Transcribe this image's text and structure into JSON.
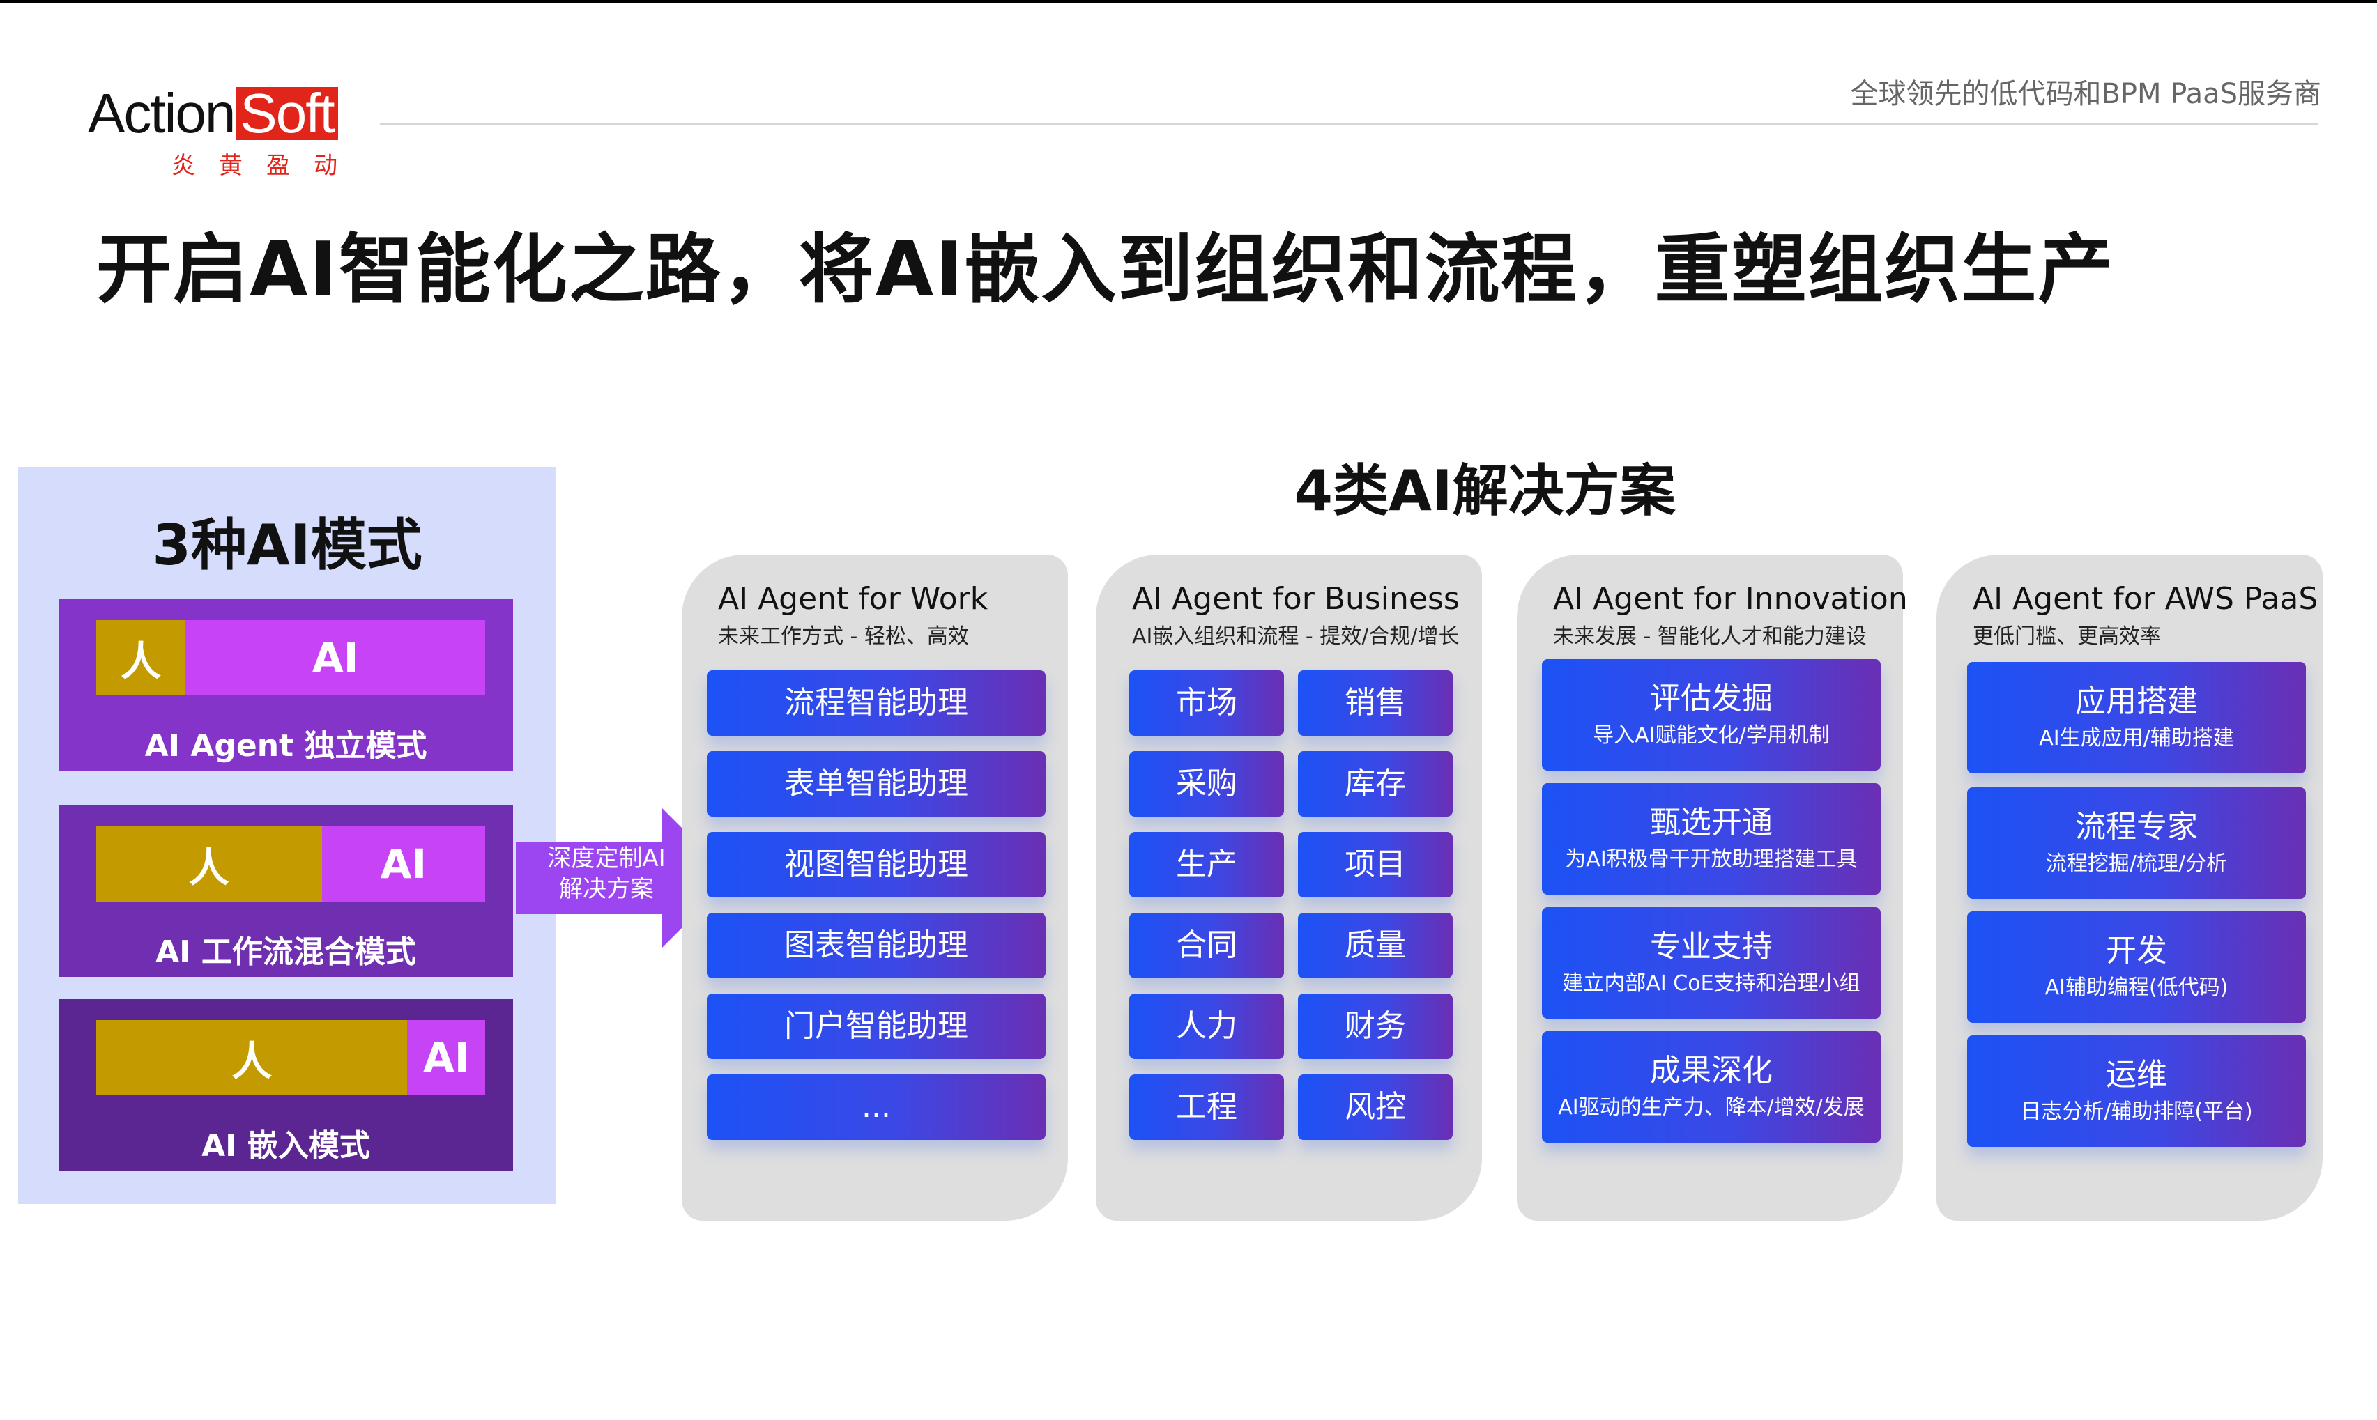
{
  "header": {
    "logo_action": "Action",
    "logo_soft": "Soft",
    "logo_cn": "炎黄盈动",
    "tagline": "全球领先的低代码和BPM PaaS服务商"
  },
  "title": "开启AI智能化之路，将AI嵌入到组织和流程，重塑组织生产",
  "modes": {
    "title": "3种AI模式",
    "items": [
      {
        "human": "人",
        "ai": "AI",
        "label": "AI Agent 独立模式",
        "human_share": 0.23
      },
      {
        "human": "人",
        "ai": "AI",
        "label": "AI 工作流混合模式",
        "human_share": 0.58
      },
      {
        "human": "人",
        "ai": "AI",
        "label": "AI 嵌入模式",
        "human_share": 0.8
      }
    ]
  },
  "arrow": {
    "line1": "深度定制AI",
    "line2": "解决方案"
  },
  "solutions": {
    "title": "4类AI解决方案",
    "cards": [
      {
        "title": "AI Agent for Work",
        "subtitle": "未来工作方式 - 轻松、高效",
        "items": [
          "流程智能助理",
          "表单智能助理",
          "视图智能助理",
          "图表智能助理",
          "门户智能助理",
          "..."
        ]
      },
      {
        "title": "AI Agent for Business",
        "subtitle": "AI嵌入组织和流程 - 提效/合规/增长",
        "items": [
          "市场",
          "销售",
          "采购",
          "库存",
          "生产",
          "项目",
          "合同",
          "质量",
          "人力",
          "财务",
          "工程",
          "风控"
        ]
      },
      {
        "title": "AI Agent for Innovation",
        "subtitle": "未来发展 - 智能化人才和能力建设",
        "items": [
          {
            "label": "评估发掘",
            "sub": "导入AI赋能文化/学用机制"
          },
          {
            "label": "甄选开通",
            "sub": "为AI积极骨干开放助理搭建工具"
          },
          {
            "label": "专业支持",
            "sub": "建立内部AI CoE支持和治理小组"
          },
          {
            "label": "成果深化",
            "sub": "AI驱动的生产力、降本/增效/发展"
          }
        ]
      },
      {
        "title": "AI Agent for AWS PaaS",
        "subtitle": "更低门槛、更高效率",
        "items": [
          {
            "label": "应用搭建",
            "sub": "AI生成应用/辅助搭建"
          },
          {
            "label": "流程专家",
            "sub": "流程挖掘/梳理/分析"
          },
          {
            "label": "开发",
            "sub": "AI辅助编程(低代码)"
          },
          {
            "label": "运维",
            "sub": "日志分析/辅助排障(平台)"
          }
        ]
      }
    ]
  },
  "colors": {
    "human": "#c39b00",
    "ai": "#c644f5",
    "mode_bg": "#7a35b5",
    "arrow": "#9b46f0",
    "pill_start": "#1c52f5",
    "pill_end": "#6a2fb4",
    "panel_bg": "#d6dcfb",
    "card_bg": "#dedede"
  }
}
